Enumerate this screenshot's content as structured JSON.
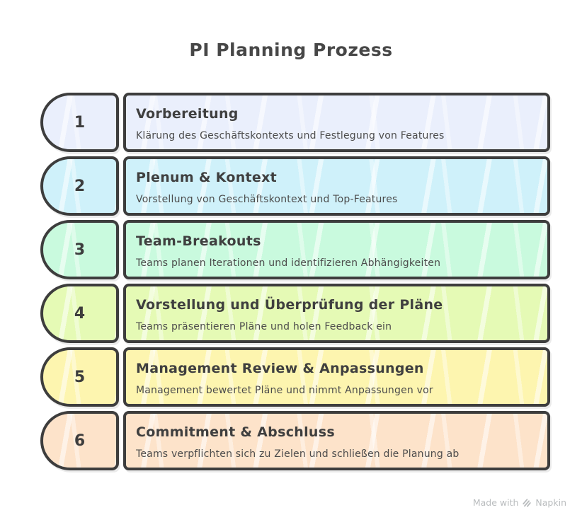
{
  "title": "PI Planning Prozess",
  "steps": [
    {
      "number": "1",
      "title": "Vorbereitung",
      "description": "Klärung des Geschäftskontexts und Festlegung von Features",
      "color": "#eaeffc"
    },
    {
      "number": "2",
      "title": "Plenum & Kontext",
      "description": "Vorstellung von Geschäftskontext und Top-Features",
      "color": "#cff1fa"
    },
    {
      "number": "3",
      "title": "Team-Breakouts",
      "description": "Teams planen Iterationen und identifizieren Abhängigkeiten",
      "color": "#c9fade"
    },
    {
      "number": "4",
      "title": "Vorstellung und Überprüfung der Pläne",
      "description": "Teams präsentieren Pläne und holen Feedback ein",
      "color": "#e5fab5"
    },
    {
      "number": "5",
      "title": "Management Review & Anpassungen",
      "description": "Management bewertet Pläne und nimmt Anpassungen vor",
      "color": "#fdf5af"
    },
    {
      "number": "6",
      "title": "Commitment & Abschluss",
      "description": "Teams verpflichten sich zu Zielen und schließen die Planung ab",
      "color": "#fde3ca"
    }
  ],
  "watermark": {
    "text_prefix": "Made with",
    "brand": "Napkin",
    "icon": "napkin-logo-icon",
    "color": "#b9bcbe"
  },
  "colors": {
    "ink": "#3d3d3d",
    "title_text": "#474747",
    "background": "#ffffff"
  }
}
